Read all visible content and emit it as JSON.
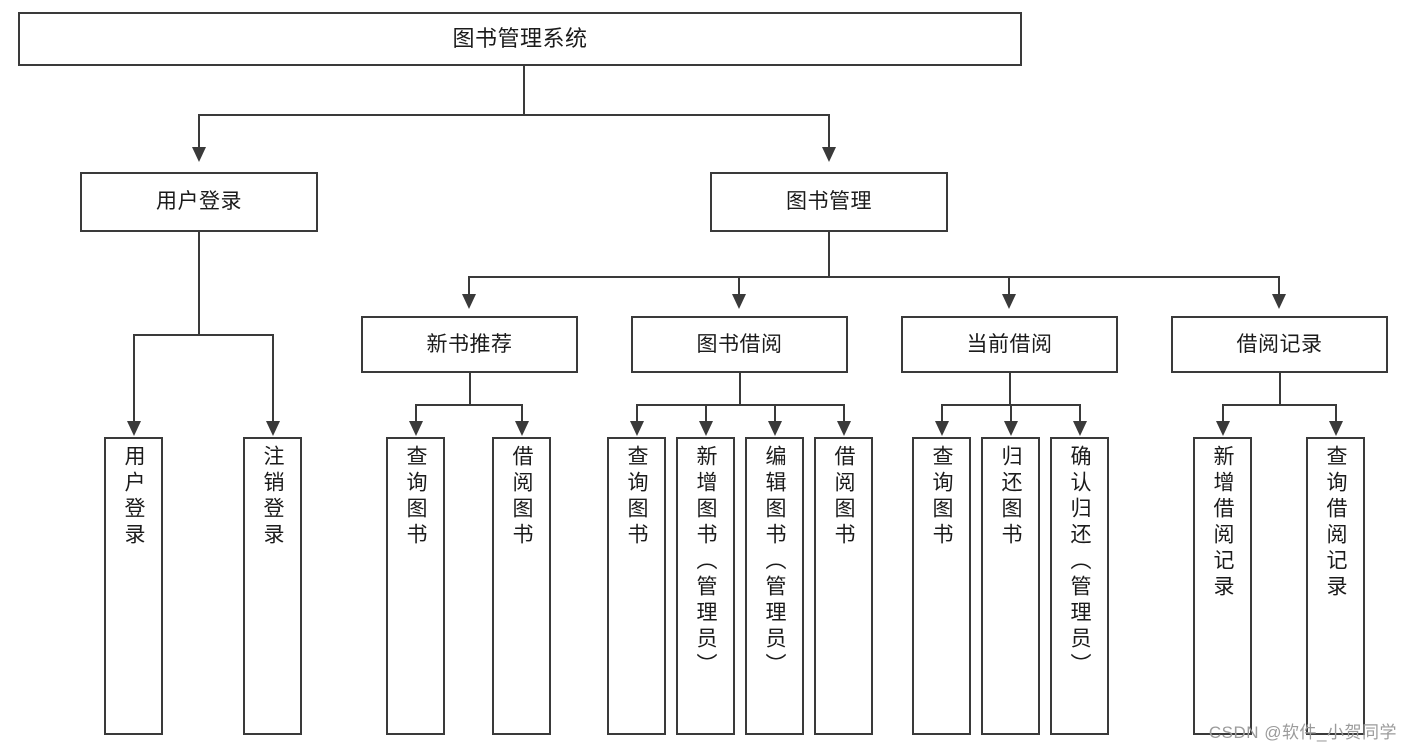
{
  "diagram": {
    "type": "tree-hierarchy",
    "title": "图书管理系统",
    "root": {
      "id": "root",
      "label": "图书管理系统"
    },
    "level2": [
      {
        "id": "user-login",
        "label": "用户登录"
      },
      {
        "id": "book-manage",
        "label": "图书管理"
      }
    ],
    "level3": [
      {
        "id": "new-book-recommend",
        "label": "新书推荐"
      },
      {
        "id": "book-borrow",
        "label": "图书借阅"
      },
      {
        "id": "current-borrow",
        "label": "当前借阅"
      },
      {
        "id": "borrow-record",
        "label": "借阅记录"
      }
    ],
    "leaves": {
      "user_login": [
        {
          "id": "leaf-user-login",
          "label": "用户登录"
        },
        {
          "id": "leaf-user-logout",
          "label": "注销登录"
        }
      ],
      "new_book_recommend": [
        {
          "id": "leaf-query-book-1",
          "label": "查询图书"
        },
        {
          "id": "leaf-borrow-book-1",
          "label": "借阅图书"
        }
      ],
      "book_borrow": [
        {
          "id": "leaf-query-book-2",
          "label": "查询图书"
        },
        {
          "id": "leaf-add-book",
          "label": "新增图书（管理员）"
        },
        {
          "id": "leaf-edit-book",
          "label": "编辑图书（管理员）"
        },
        {
          "id": "leaf-borrow-book-2",
          "label": "借阅图书"
        }
      ],
      "current_borrow": [
        {
          "id": "leaf-query-book-3",
          "label": "查询图书"
        },
        {
          "id": "leaf-return-book",
          "label": "归还图书"
        },
        {
          "id": "leaf-confirm-return",
          "label": "确认归还（管理员）"
        }
      ],
      "borrow_record": [
        {
          "id": "leaf-add-record",
          "label": "新增借阅记录"
        },
        {
          "id": "leaf-query-record",
          "label": "查询借阅记录"
        }
      ]
    }
  },
  "watermark": {
    "text": "CSDN @软件_小贺同学"
  },
  "colors": {
    "stroke": "#3a3a3a",
    "fill": "#ffffff",
    "text": "#1b1b1b",
    "watermark": "#9b9b9b"
  }
}
